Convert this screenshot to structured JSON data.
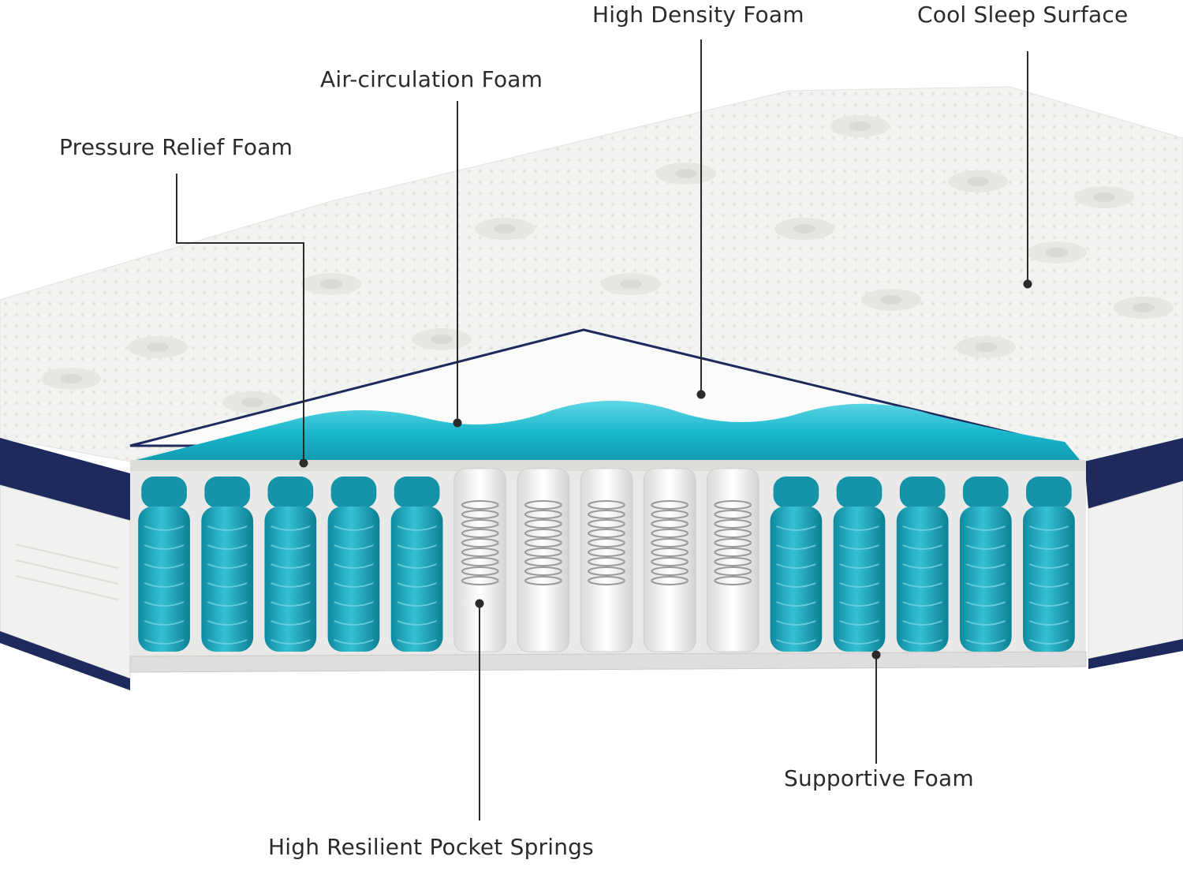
{
  "labels": {
    "high_density_foam": "High Density Foam",
    "cool_sleep_surface": "Cool Sleep Surface",
    "air_circulation_foam": "Air-circulation Foam",
    "pressure_relief_foam": "Pressure Relief Foam",
    "supportive_foam": "Supportive Foam",
    "high_resilient_pocket_springs": "High Resilient Pocket Springs"
  },
  "colors": {
    "cover_white": "#f4f4f2",
    "border_navy": "#1e2a5e",
    "foam_teal": "#19b7cc",
    "spring_teal": "#1b9fb6",
    "spring_white": "#f2f2f2",
    "leader_line": "#2b2b2b"
  },
  "springs": {
    "sections": [
      {
        "tone": "teal",
        "count": 5
      },
      {
        "tone": "white",
        "count": 5
      },
      {
        "tone": "teal",
        "count": 5
      }
    ]
  }
}
